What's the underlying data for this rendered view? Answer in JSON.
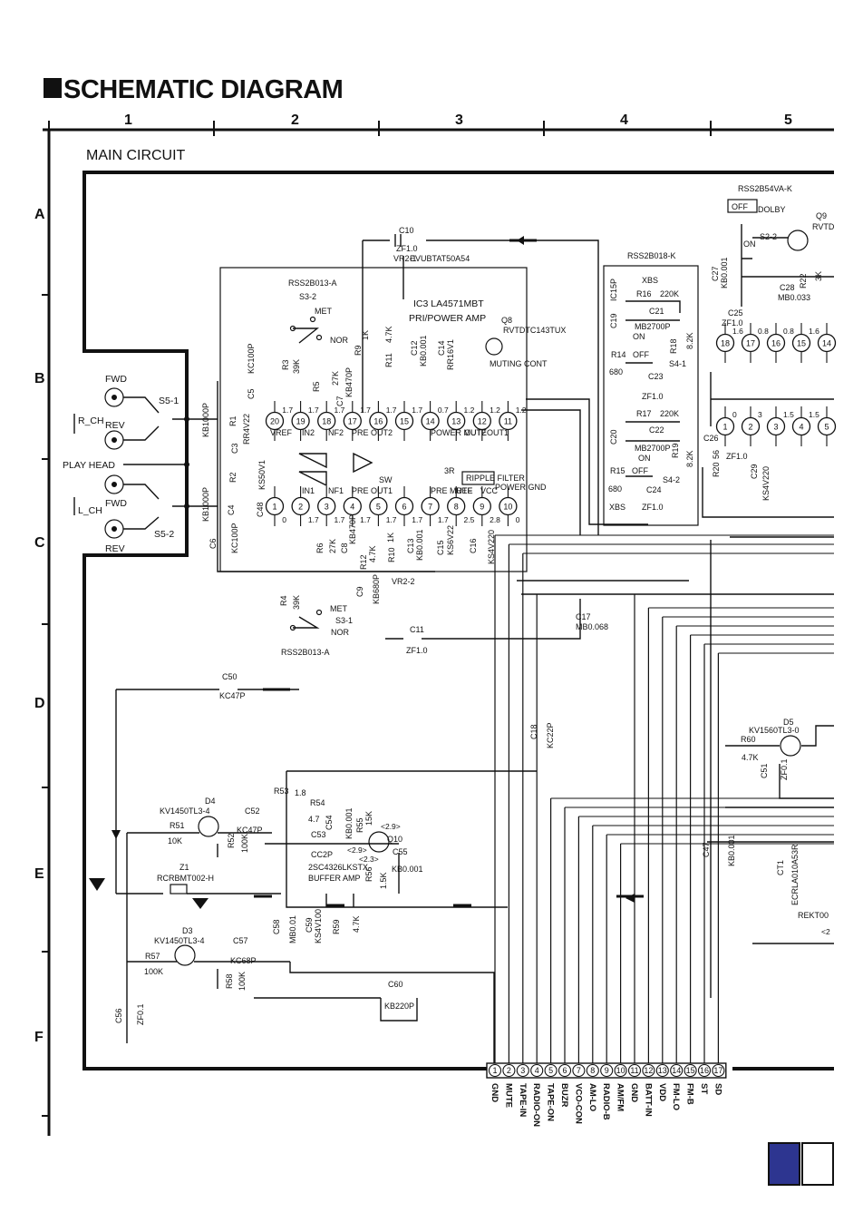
{
  "page": {
    "title": "SCHEMATIC DIAGRAM",
    "subtitle": "MAIN CIRCUIT",
    "columns": [
      "1",
      "2",
      "3",
      "4",
      "5"
    ],
    "rows": [
      "A",
      "B",
      "C",
      "D",
      "E",
      "F"
    ]
  },
  "connector_pins": [
    {
      "num": "1",
      "label": "GND"
    },
    {
      "num": "2",
      "label": "MUTE"
    },
    {
      "num": "3",
      "label": "TAPE-IN"
    },
    {
      "num": "4",
      "label": "RADIO-ON"
    },
    {
      "num": "5",
      "label": "TAPE-ON"
    },
    {
      "num": "6",
      "label": "BUZR"
    },
    {
      "num": "7",
      "label": "VCO-CON"
    },
    {
      "num": "8",
      "label": "AM-LO"
    },
    {
      "num": "9",
      "label": "RADIO-B"
    },
    {
      "num": "10",
      "label": "AM/FM"
    },
    {
      "num": "11",
      "label": "GND"
    },
    {
      "num": "12",
      "label": "BATT-IN"
    },
    {
      "num": "13",
      "label": "VDD"
    },
    {
      "num": "14",
      "label": "FM-LO"
    },
    {
      "num": "15",
      "label": "FM-B"
    },
    {
      "num": "16",
      "label": "ST"
    },
    {
      "num": "17",
      "label": "SD"
    }
  ],
  "ic_top_pins": [
    "20",
    "19",
    "18",
    "17",
    "16",
    "15",
    "14",
    "13",
    "12",
    "11"
  ],
  "ic_bottom_pins": [
    "1",
    "2",
    "3",
    "4",
    "5",
    "6",
    "7",
    "8",
    "9",
    "10"
  ],
  "ic_top_voltages": [
    "1.7",
    "1.7",
    "1.7",
    "1.7",
    "1.7",
    "1.7",
    "0.7",
    "1.2",
    "1.2",
    "1.2"
  ],
  "ic_bottom_voltages": [
    "0",
    "1.7",
    "1.7",
    "1.7",
    "1.7",
    "1.7",
    "1.7",
    "2.5",
    "2.8",
    "0"
  ],
  "right_top_pins": [
    "18",
    "17",
    "16",
    "15",
    "14"
  ],
  "right_top_voltages": [
    "1.6",
    "0.8",
    "0.8",
    "1.6"
  ],
  "right_mid_pins": [
    "1",
    "2",
    "3",
    "4",
    "5"
  ],
  "right_mid_voltages": [
    "0",
    "3",
    "1.5",
    "1.5"
  ],
  "labels": {
    "play_head": "PLAY HEAD",
    "fwd1": "FWD",
    "rev1": "REV",
    "fwd2": "FWD",
    "rev2": "REV",
    "rch": "R_CH",
    "lch": "L_CH",
    "s51": "S5-1",
    "s52": "S5-2",
    "c10": "C10",
    "c10v": "ZF1.0",
    "vr21": "VR2-1",
    "evu": "EVUBTAT50A54",
    "ic3": "IC3  LA4571MBT",
    "ic3b": "PRI/POWER AMP",
    "q8": "Q8",
    "q8p": "RVTDTC143TUX",
    "rss013a": "RSS2B013-A",
    "s32": "S3-2",
    "met1": "MET",
    "nor1": "NOR",
    "r3": "R3",
    "r3v": "39K",
    "c5": "C5",
    "kc100p": "KC100P",
    "kb1000p1": "KB1000P",
    "kb1000p2": "KB1000P",
    "c3": "C3",
    "r1": "R1",
    "c4": "C4",
    "r2": "R2",
    "c48": "C48",
    "c6": "C6",
    "kc100p2": "KC100P",
    "ks50v1": "KS50V1",
    "rr4v22": "RR4V22",
    "r9": "R9",
    "r9v": "1K",
    "r11": "R11",
    "r11v": "4.7K",
    "c12": "C12",
    "c12v": "KB0.001",
    "c14": "C14",
    "rr16v1": "RR16V1",
    "muting": "MUTING CONT",
    "r5": "R5",
    "r5v": "27K",
    "c7": "C7",
    "c7v": "KB470P",
    "r6": "R6",
    "r6v": "27K",
    "c8": "C8",
    "c8v": "KB470P",
    "r12": "R12",
    "r12v": "4.7K",
    "r10": "R10",
    "r10v": "1K",
    "c13": "C13",
    "c13v": "KB0.001",
    "c15": "C15",
    "c15v": "KS6V22",
    "c16": "C16",
    "c16v": "KS4V220",
    "vr22": "VR2-2",
    "c9": "C9",
    "c9v": "KB680P",
    "r4": "R4",
    "r4v": "39K",
    "s31": "S3-1",
    "met2": "MET",
    "nor2": "NOR",
    "rss013a2": "RSS2B013-A",
    "c11": "C11",
    "c11v": "ZF1.0",
    "c17": "C17",
    "c17v": "MB0.068",
    "vref": "VREF",
    "in2": "IN2",
    "nf2": "NF2",
    "preout2": "PRE OUT2",
    "pwrmute": "POWER MUTE",
    "out2": "OUT2",
    "out1": "OUT1",
    "ripple": "RIPPLE FILTER",
    "vcc": "VCC",
    "pwrgnd": "POWER GND",
    "in1": "IN1",
    "nf1": "NF1",
    "preout1": "PRE OUT1",
    "ref": "REF",
    "premute": "PRE MUTE",
    "sw": "SW",
    "r3r": "3R",
    "rss018k": "RSS2B018-K",
    "xbs1": "XBS",
    "c19": "C19",
    "ic15p": "IC15P",
    "r16": "R16",
    "r16v": "220K",
    "c21": "C21",
    "mb2700p1": "MB2700P",
    "on1": "ON",
    "r14": "R14",
    "r14v": "680",
    "off1": "OFF",
    "s41": "S4-1",
    "r18": "R18",
    "r18v": "8.2K",
    "c23": "C23",
    "c23v": "ZF1.0",
    "c20": "C20",
    "r17": "R17",
    "r17v": "220K",
    "c22": "C22",
    "mb2700p2": "MB2700P",
    "on2": "ON",
    "r15": "R15",
    "r15v": "680",
    "off2": "OFF",
    "s42": "S4-2",
    "r19": "R19",
    "r19v": "8.2K",
    "c24": "C24",
    "c24v": "ZF1.0",
    "xbs2": "XBS",
    "rss54": "RSS2B54VA-K",
    "offdolby": "OFF",
    "dolby": "DOLBY",
    "s22": "S2-2",
    "on3": "ON",
    "q9": "Q9",
    "rvtd": "RVTD",
    "c27": "C27",
    "c27v": "KB0.001",
    "c25": "C25",
    "c25v": "ZF1.0",
    "c28": "C28",
    "c28v": "MB0.033",
    "r22": "R22",
    "r22v": "3K",
    "c26": "C26",
    "c26v": "ZF1.0",
    "r20": "R20",
    "r20v": "56",
    "c29": "C29",
    "c29v": "KS4V220",
    "c50": "C50",
    "c50v": "KC47P",
    "d4": "D4",
    "d4p": "KV1450TL3-4",
    "r51": "R51",
    "r51v": "10K",
    "c52": "C52",
    "c52v": "KC47P",
    "r52": "R52",
    "r52v": "100K",
    "z1": "Z1",
    "z1p": "RCRBMT002-H",
    "d3": "D3",
    "d3p": "KV1450TL3-4",
    "r57": "R57",
    "r57v": "100K",
    "c57": "C57",
    "c57v": "KC68P",
    "r58": "R58",
    "r58v": "100K",
    "c56": "C56",
    "c56v": "ZF0.1",
    "r53": "R53",
    "r53v": "1.8",
    "r54": "R54",
    "r54v": "4.7",
    "c53": "C53",
    "c53v": "CC2P",
    "c54": "C54",
    "c54v": "KB0.001",
    "r55": "R55",
    "r55v": "15K",
    "q10": "Q10",
    "q10p": "2SC4326LKSTX",
    "buffer": "BUFFER AMP",
    "c55": "C55",
    "c55v": "KB0.001",
    "r56": "R56",
    "r56v": "1.5K",
    "c58": "C58",
    "c58v": "MB0.01",
    "c59": "C59",
    "c59v": "KS4V100",
    "r59": "R59",
    "r59v": "4.7K",
    "c60": "C60",
    "c60v": "KB220P",
    "c18": "C18",
    "c18v": "KC22P",
    "d5": "D5",
    "d5p": "KV1560TL3-0",
    "r60": "R60",
    "r60v": "4.7K",
    "c51": "C51",
    "c51v": "ZF0.1",
    "c47": "C47",
    "c47v": "KB0.001",
    "ct1": "CT1",
    "ct1p": "ECRLA010A53R",
    "rekt": "REKT00",
    "v29": "<2.9>",
    "v23": "<2.3>",
    "v29b": "<2.9>",
    "v2": "<2"
  },
  "badges": {
    "page_color": "#2d3590"
  }
}
